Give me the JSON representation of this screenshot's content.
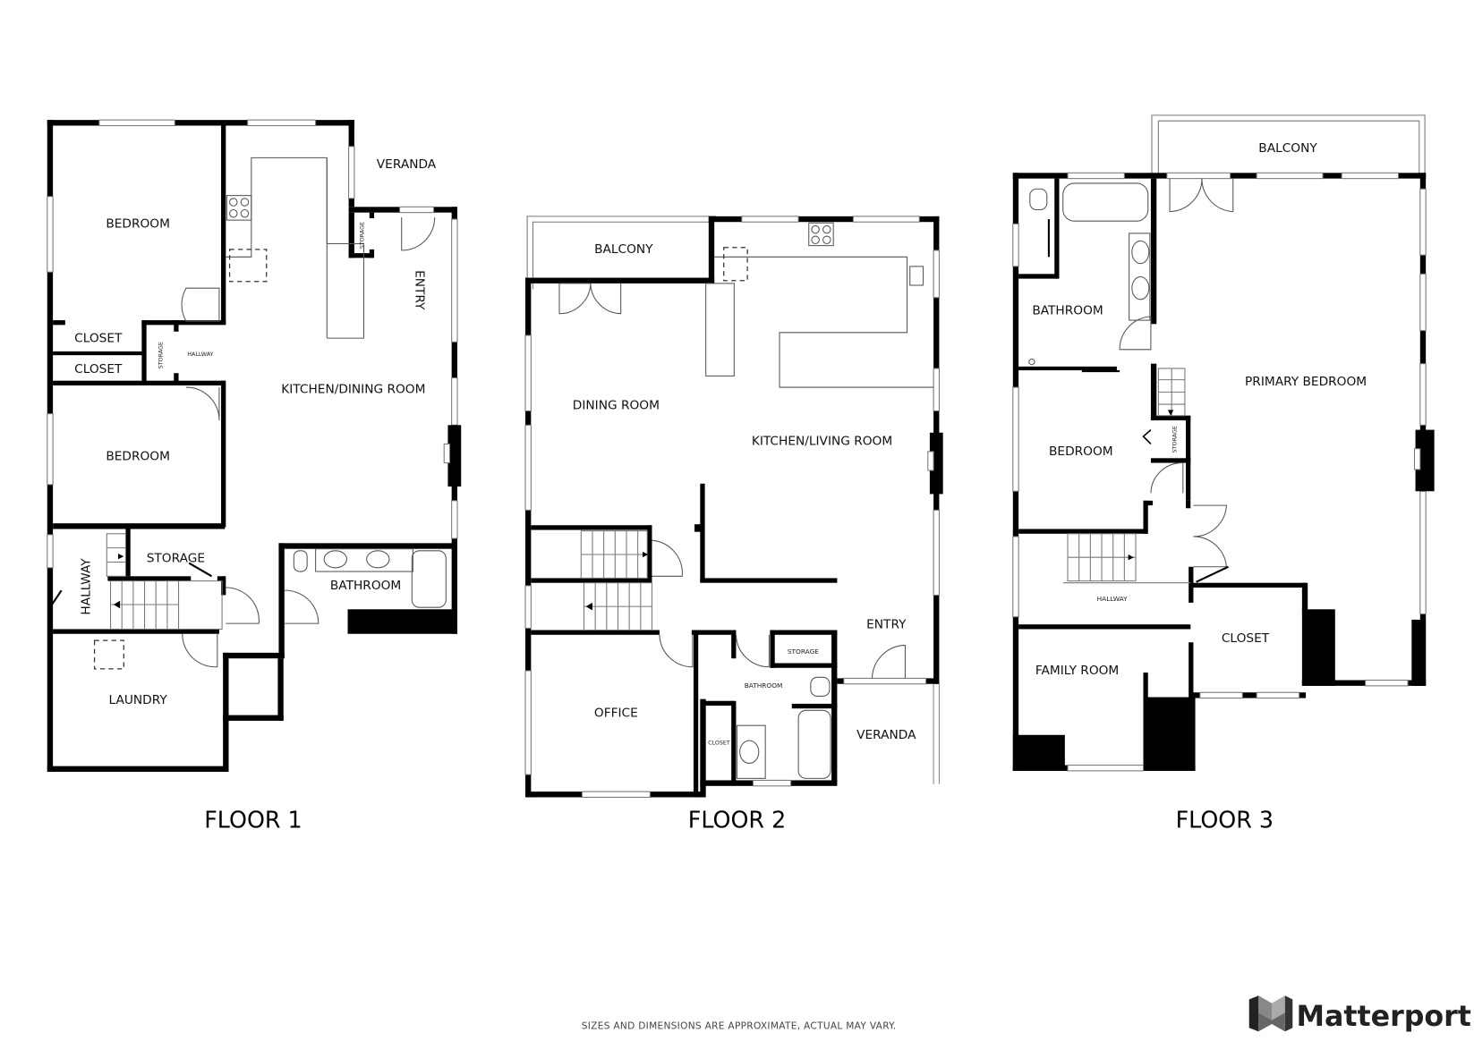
{
  "floors": [
    {
      "label": "FLOOR 1",
      "rooms": {
        "bedroom_1": "BEDROOM",
        "closet_1": "CLOSET",
        "closet_2": "CLOSET",
        "storage_small": "STORAGE",
        "hallway_small": "HALLWAY",
        "bedroom_2": "BEDROOM",
        "kitchen_dining": "KITCHEN/DINING ROOM",
        "veranda": "VERANDA",
        "storage_entry": "STORAGE",
        "entry": "ENTRY",
        "hallway": "HALLWAY",
        "storage": "STORAGE",
        "bathroom": "BATHROOM",
        "laundry": "LAUNDRY"
      }
    },
    {
      "label": "FLOOR 2",
      "rooms": {
        "balcony": "BALCONY",
        "dining_room": "DINING ROOM",
        "kitchen_living": "KITCHEN/LIVING ROOM",
        "entry": "ENTRY",
        "office": "OFFICE",
        "bathroom": "BATHROOM",
        "storage": "STORAGE",
        "closet": "CLOSET",
        "veranda": "VERANDA"
      }
    },
    {
      "label": "FLOOR 3",
      "rooms": {
        "balcony": "BALCONY",
        "bathroom": "BATHROOM",
        "primary_bedroom": "PRIMARY BEDROOM",
        "bedroom": "BEDROOM",
        "storage": "STORAGE",
        "hallway": "HALLWAY",
        "family_room": "FAMILY ROOM",
        "closet": "CLOSET"
      }
    }
  ],
  "footer": {
    "disclaimer": "SIZES AND DIMENSIONS ARE APPROXIMATE, ACTUAL MAY VARY.",
    "brand": "Matterport"
  }
}
